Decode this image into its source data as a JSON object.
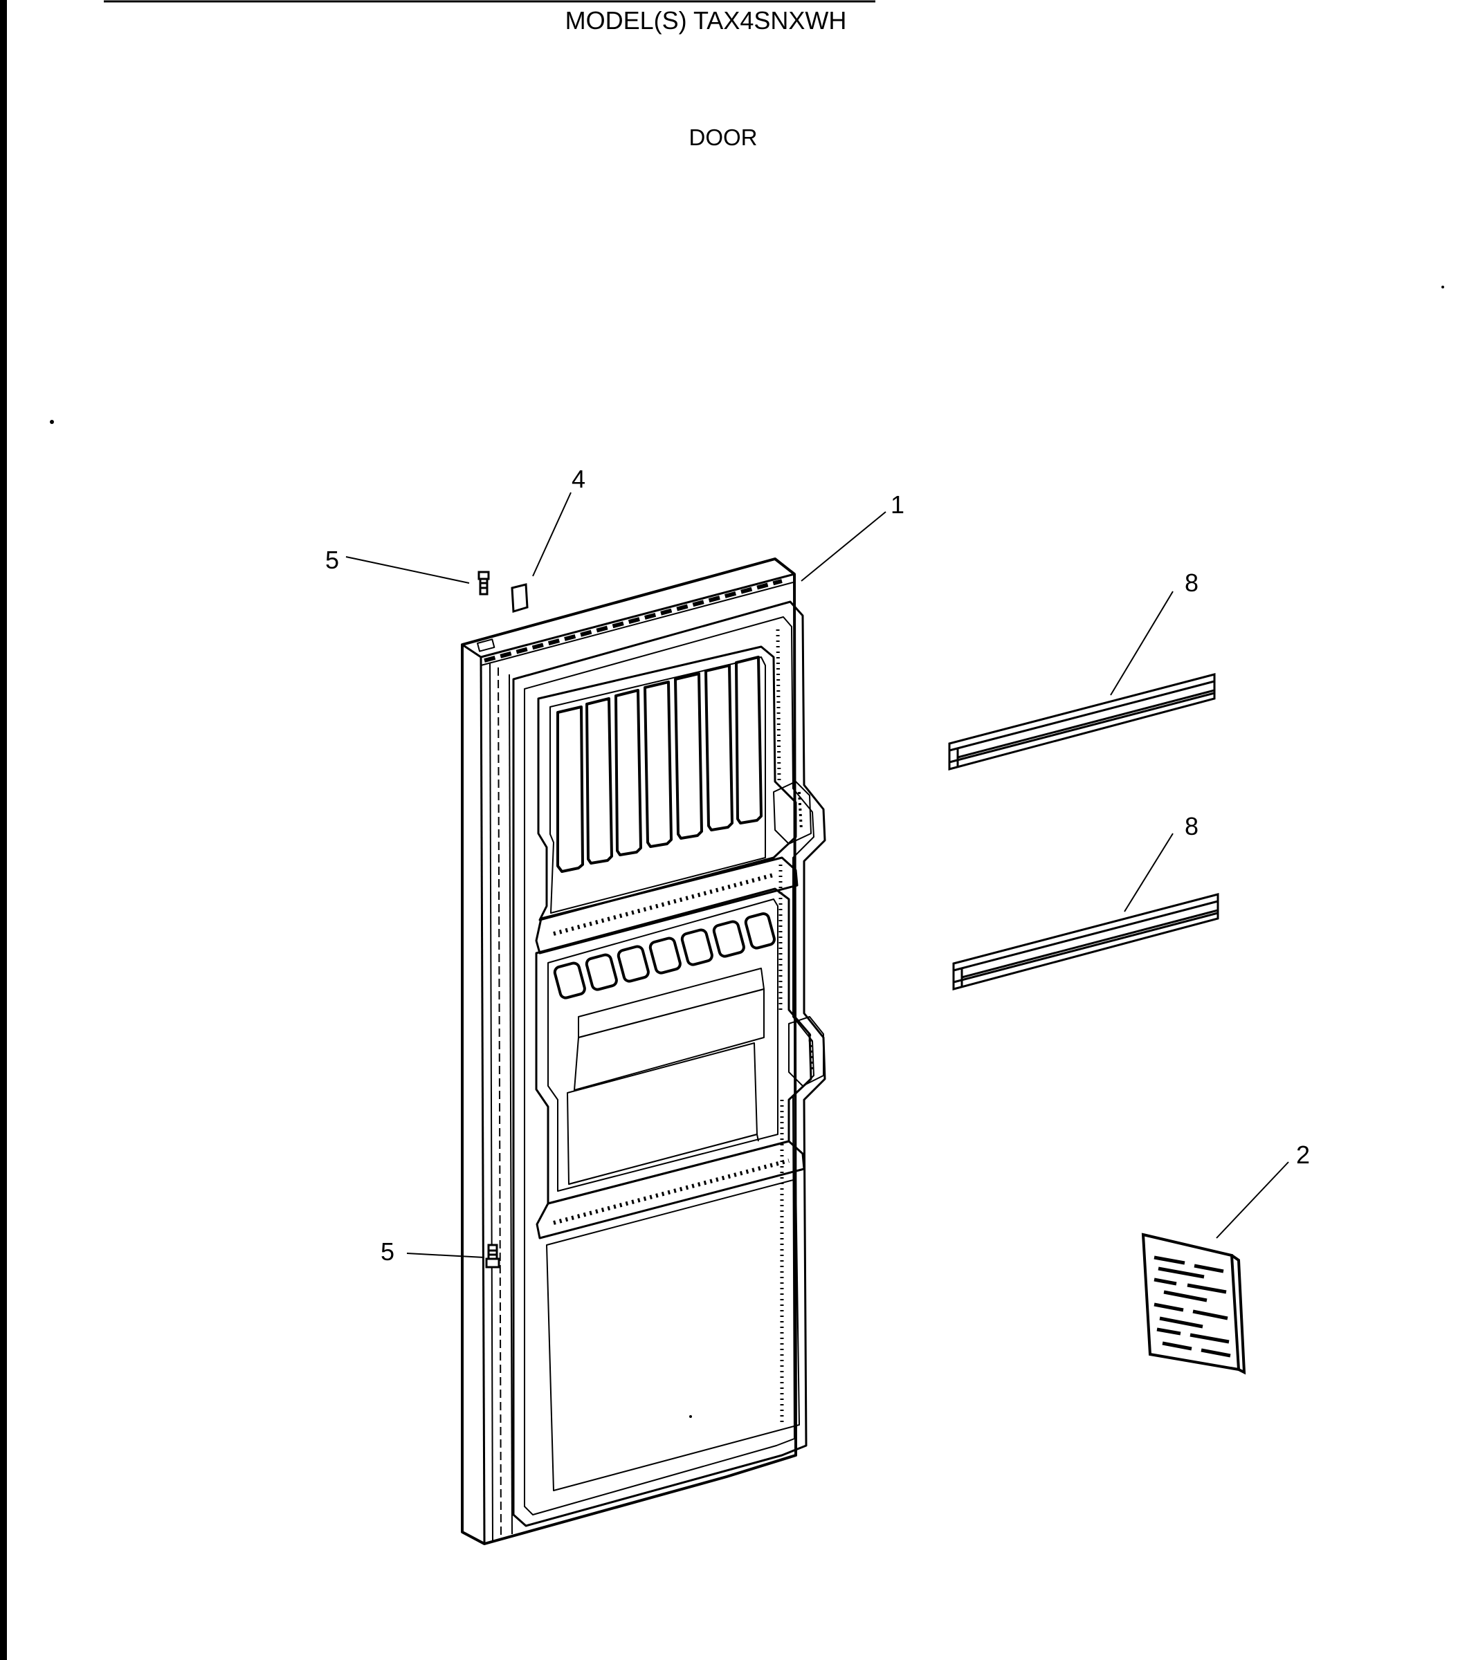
{
  "header": {
    "model": "MODEL(S) TAX4SNXWH",
    "section": "DOOR"
  },
  "callouts": {
    "door_assembly": "1",
    "label_card": "2",
    "small_pad": "4",
    "hinge_pin_top": "5",
    "hinge_pin_bottom": "5",
    "shelf_bar_upper": "8",
    "shelf_bar_lower": "8"
  },
  "colors": {
    "ink": "#000000",
    "paper": "#ffffff"
  }
}
